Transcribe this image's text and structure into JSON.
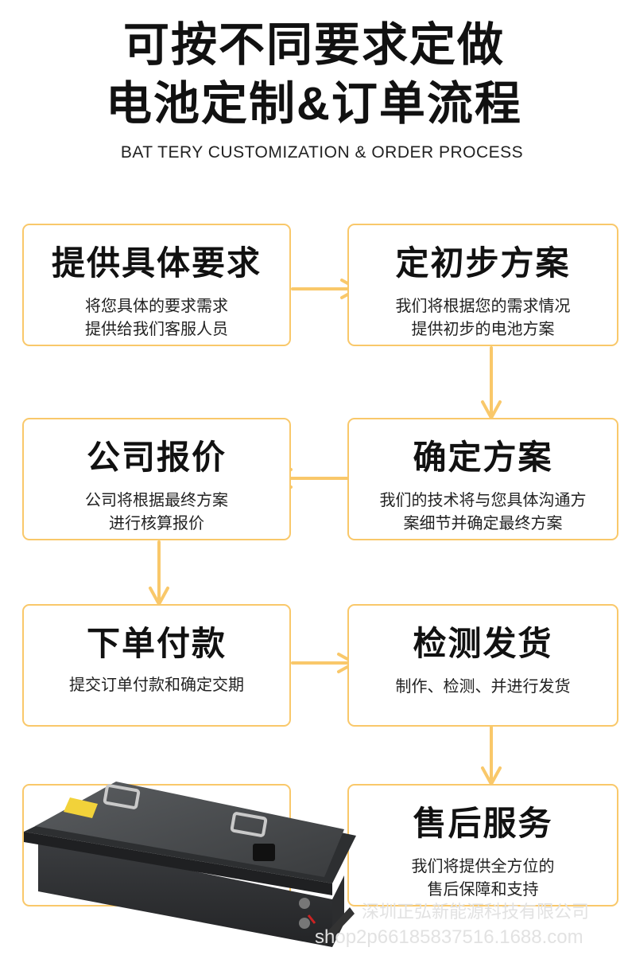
{
  "header": {
    "title_line1": "可按不同要求定做",
    "title_line2": "电池定制&订单流程",
    "subtitle": "BAT TERY CUSTOMIZATION & ORDER PROCESS"
  },
  "steps": [
    {
      "title": "提供具体要求",
      "lines": [
        "将您具体的要求需求",
        "提供给我们客服人员"
      ]
    },
    {
      "title": "定初步方案",
      "lines": [
        "我们将根据您的需求情况",
        "提供初步的电池方案"
      ]
    },
    {
      "title": "公司报价",
      "lines": [
        "公司将根据最终方案",
        "进行核算报价"
      ]
    },
    {
      "title": "确定方案",
      "lines": [
        "我们的技术将与您具体沟通方",
        "案细节并确定最终方案"
      ]
    },
    {
      "title": "下单付款",
      "lines": [
        "提交订单付款和确定交期"
      ]
    },
    {
      "title": "检测发货",
      "lines": [
        "制作、检测、并进行发货"
      ]
    },
    {
      "title": "售后服务",
      "lines": [
        "我们将提供全方位的",
        "售后保障和支持"
      ]
    }
  ],
  "watermark": {
    "company": "深圳正弘新能源科技有限公司",
    "shop": "shop2p66185837516.1688.com"
  },
  "colors": {
    "accent": "#f9c86a",
    "text": "#111111"
  }
}
